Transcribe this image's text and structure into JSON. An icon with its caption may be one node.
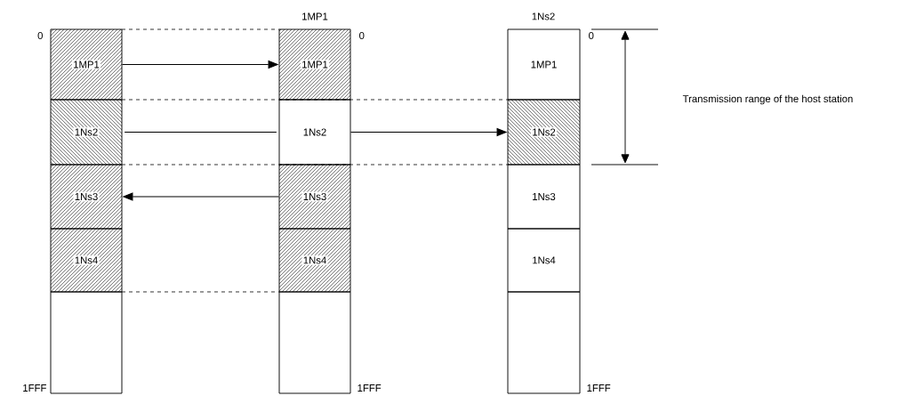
{
  "diagram": {
    "nodes": [
      {
        "text": [
          "1MP1"
        ]
      },
      {
        "text": [
          "1Ns2"
        ]
      },
      {
        "text": [
          "1Ns3"
        ]
      },
      {
        "text": [
          "1Ns4"
        ]
      },
      {
        "text": [],
        "shape": "box",
        "beside": [
          "1FFF"
        ]
      },
      {
        "text": [
          "1MP1"
        ]
      },
      {
        "text": [
          "1Ns2"
        ]
      },
      {
        "text": [
          "1Ns3"
        ]
      },
      {
        "text": [
          "1Ns4"
        ]
      },
      {
        "text": [],
        "shape": "box",
        "beside": [
          "1FFF"
        ]
      },
      {
        "text": [
          "1MP1"
        ]
      },
      {
        "text": [
          "1Ns2"
        ]
      },
      {
        "text": [
          "1Ns3"
        ]
      },
      {
        "text": [
          "1Ns4"
        ]
      },
      {
        "text": [],
        "shape": "box",
        "beside": [
          "1FFF"
        ]
      }
    ],
    "edges": [
      {
        "from": 0,
        "to": 5,
        "arrow": "to"
      },
      {
        "from": 1,
        "to": 6,
        "arrow": "none"
      },
      {
        "from": 6,
        "to": 11,
        "arrow": "to"
      },
      {
        "from": 7,
        "to": 2,
        "arrow": "to"
      }
    ],
    "labels": [
      "0",
      "1MP1",
      "0",
      "1Ns2",
      "0",
      "Transmission range of the host station"
    ]
  }
}
